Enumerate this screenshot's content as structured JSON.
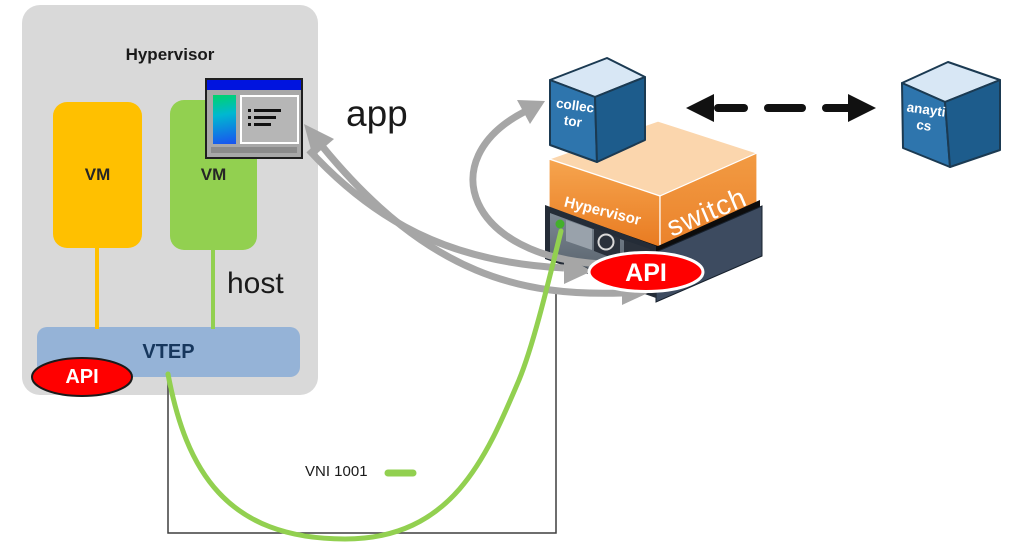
{
  "app": {
    "label": "app"
  },
  "host": {
    "hypervisor_label": "Hypervisor",
    "vm_left_label": "VM",
    "vm_right_label": "VM",
    "host_label": "host",
    "vtep_label": "VTEP",
    "api_label": "API"
  },
  "stack": {
    "collector_label": "collec\ntor",
    "hypervisor_label": "Hypervisor",
    "switch_label": "switch",
    "api_label": "API"
  },
  "analytics": {
    "label": "anayti\ncs"
  },
  "tunnel": {
    "label": "VNI 1001"
  },
  "colors": {
    "vm_orange": "#ffc000",
    "vm_green": "#92d050",
    "vtep_blue": "#95b3d7",
    "host_gray": "#d9d9d9",
    "api_red": "#ff0000",
    "arrow_gray": "#a6a6a6",
    "tunnel_green": "#92d050",
    "cube_blue": "#2e75ad",
    "hypervisor_orange": "#f0913a",
    "switch_dark": "#3d4b60"
  }
}
